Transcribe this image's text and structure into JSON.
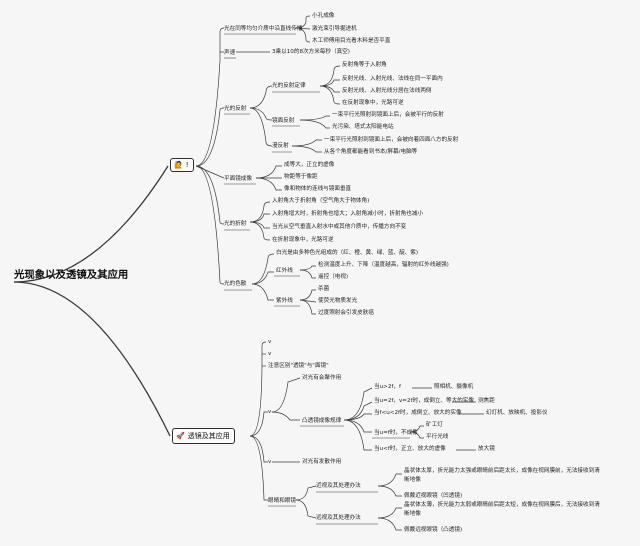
{
  "root": "光现象以及透镜及其应用",
  "branch1": {
    "icon": "🙋",
    "title": "!",
    "propagation": {
      "label": "光在同等均匀介质中沿直线传播",
      "items": [
        "小孔成像",
        "激光束引导掘进机",
        "木工师傅用目光看木料是否平直"
      ]
    },
    "speed": {
      "label": "声速",
      "value": "3乘以10的8次方米每秒（真空)"
    },
    "reflection": {
      "label": "光的反射",
      "law": {
        "label": "光的反射定律",
        "items": [
          "反射角等于入射角",
          "反射光线、入射光线、法线在同一平面内",
          "反射光线、入射光线分居在法线两侧",
          "在反射现象中，光路可逆"
        ]
      },
      "mirror": {
        "label": "镜面反射",
        "items": [
          "一束平行光照射到镜面上后，会被平行的反射",
          "光污染、塔式太阳能电站"
        ]
      },
      "diffuse": {
        "label": "漫反射",
        "items": [
          "一束平行光照射到镜面上后，会被向着四面八方的反射",
          "从各个角度都能看到书本/屏幕/电脑等"
        ]
      }
    },
    "plane_mirror": {
      "label": "平面镜成像",
      "items": [
        "成等大，正立的虚像",
        "物距等于像距",
        "像和物体的连线与镜面垂直"
      ]
    },
    "refraction": {
      "label": "光的折射",
      "items": [
        "入射角大于折射角（空气角大于物体角)",
        "入射角增大时，折射角也增大；入射角减小时，折射角也减小",
        "当光从空气垂直入射水中或其他介质中，传播方向不变",
        "在折射现象中，光路可逆"
      ]
    },
    "dispersion": {
      "label": "光的色散",
      "white": "白光是由多种色光组成的（红、橙、黄、绿、蓝、靛、紫)",
      "infrared": {
        "label": "红外线",
        "items": [
          "检测温度上升、下降（温度越高，辐射的红外线越强)",
          "遥控（电视)"
        ]
      },
      "ultraviolet": {
        "label": "紫外线",
        "items": [
          "杀菌",
          "使荧光物质发光",
          "过度照射会引发皮肤癌"
        ]
      }
    }
  },
  "branch2": {
    "icon": "🚀",
    "title": "透镜及其应用",
    "c1": "v",
    "c2": "v",
    "note": "注意区别\"透镜\"与\"面镜\"",
    "convex": {
      "mark": "v",
      "effect": "对光有会聚作用",
      "rule": "凸透镜成像规律",
      "rows": [
        {
          "cond": "当u>2f，f",
          "use": "照相机、摄像机"
        },
        {
          "cond": "当u=2f，v=2f时，成倒立、等大的实像",
          "use": "测焦距"
        },
        {
          "cond": "当f<u<2f时，成倒立、放大的实像",
          "use": "幻灯机、放映机、投影仪"
        },
        {
          "cond": "当u=f时，不成像",
          "uses": [
            "矿工灯",
            "平行光线"
          ]
        },
        {
          "cond": "当u<f时，正立、放大的虚像",
          "use": "放大镜"
        }
      ]
    },
    "concave": {
      "mark": "v",
      "effect": "对光有发散作用"
    },
    "eye": {
      "label": "眼睛和眼镜",
      "myopia": {
        "label": "近视及其处理办法",
        "desc": [
          "晶状体太厚，折光能力太强或眼睛前后距太长，成像在视网膜前，无法接收到清",
          "晰地像"
        ],
        "fix": "佩戴近视眼镜（凹透镜)"
      },
      "hyperopia": {
        "label": "远视及其处理办法",
        "desc": [
          "晶状体太薄，折光能力太弱或眼睛前后距太短，成像在视网膜后，无法接收到清",
          "晰地像"
        ],
        "fix": "佩戴远视眼镜（凸透镜)"
      }
    }
  }
}
